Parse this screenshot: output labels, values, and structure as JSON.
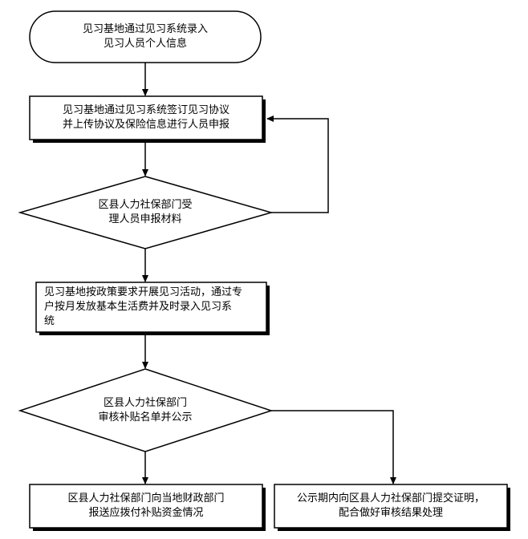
{
  "flowchart": {
    "start": {
      "text": "见习基地通过见习系统录入\n见习人员个人信息"
    },
    "step_sign": {
      "text": "见习基地通过见习系统签订见习协议\n并上传协议及保险信息进行人员申报"
    },
    "decision_accept": {
      "text": "区县人力社保部门受\n理人员申报材料"
    },
    "step_activity": {
      "text": "见习基地按政策要求开展见习活动，通过专\n户按月发放基本生活费并及时录入见习系\n统"
    },
    "decision_review": {
      "text": "区县人力社保部门\n审核补贴名单并公示"
    },
    "step_report": {
      "text": "区县人力社保部门向当地财政部门\n报送应拨付补贴资金情况"
    },
    "step_objection": {
      "text": "公示期内向区县人力社保部门提交证明，\n配合做好审核结果处理"
    }
  },
  "colors": {
    "stroke": "#000000",
    "fill": "#ffffff",
    "text": "#000000"
  }
}
